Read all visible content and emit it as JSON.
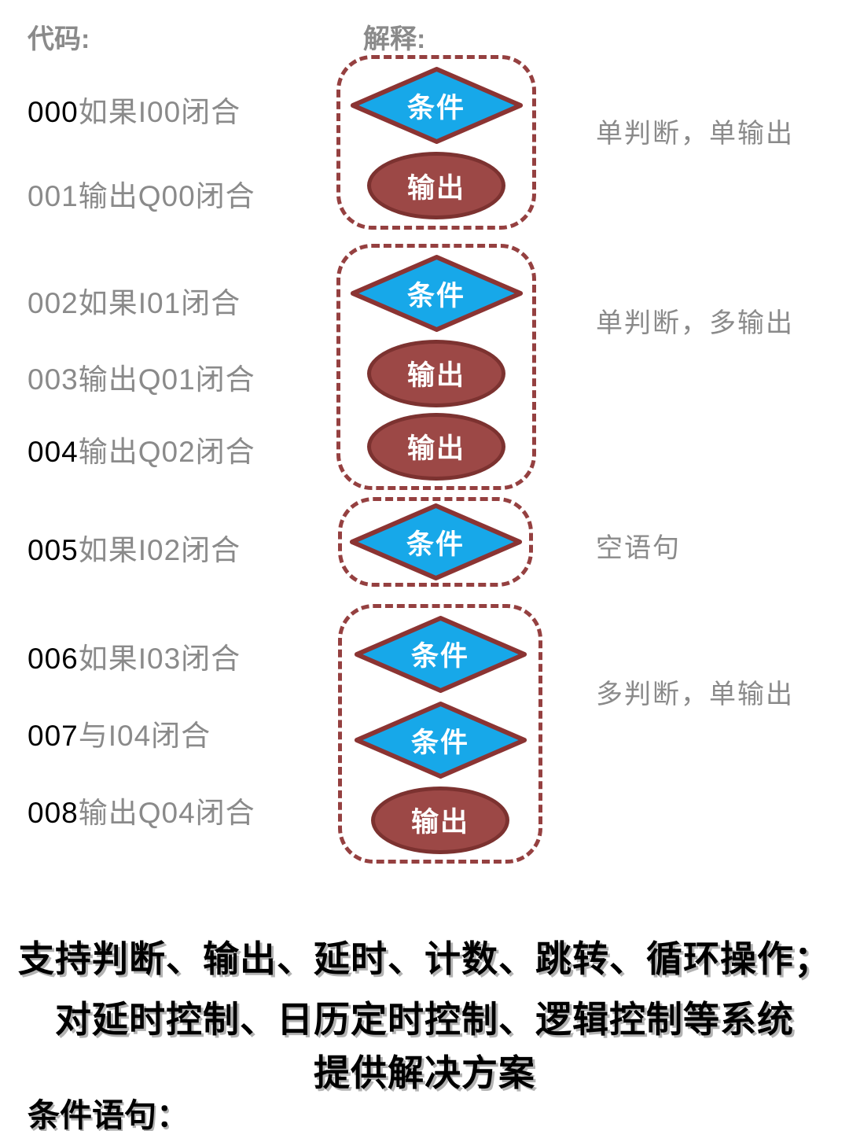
{
  "header": {
    "code_label": "代码:",
    "explain_label": "解释:"
  },
  "code_lines": [
    {
      "num": "000",
      "text": "如果I00闭合",
      "num_color": "black"
    },
    {
      "num": "001",
      "text": "输出Q00闭合",
      "num_color": "gray"
    },
    {
      "num": "002",
      "text": "如果I01闭合",
      "num_color": "gray"
    },
    {
      "num": "003",
      "text": "输出Q01闭合",
      "num_color": "gray"
    },
    {
      "num": "004",
      "text": "输出Q02闭合",
      "num_color": "black"
    },
    {
      "num": "005",
      "text": "如果I02闭合",
      "num_color": "black"
    },
    {
      "num": "006",
      "text": "如果I03闭合",
      "num_color": "black"
    },
    {
      "num": "007",
      "text": "与I04闭合",
      "num_color": "black"
    },
    {
      "num": "008",
      "text": "输出Q04闭合",
      "num_color": "black"
    }
  ],
  "flow_groups": [
    {
      "annotation": "单判断，单输出",
      "shapes": [
        {
          "type": "diamond",
          "label": "条件"
        },
        {
          "type": "ellipse",
          "label": "输出"
        }
      ]
    },
    {
      "annotation": "单判断，多输出",
      "shapes": [
        {
          "type": "diamond",
          "label": "条件"
        },
        {
          "type": "ellipse",
          "label": "输出"
        },
        {
          "type": "ellipse",
          "label": "输出"
        }
      ]
    },
    {
      "annotation": "空语句",
      "shapes": [
        {
          "type": "diamond",
          "label": "条件"
        }
      ]
    },
    {
      "annotation": "多判断，单输出",
      "shapes": [
        {
          "type": "diamond",
          "label": "条件"
        },
        {
          "type": "diamond",
          "label": "条件"
        },
        {
          "type": "ellipse",
          "label": "输出"
        }
      ]
    }
  ],
  "footer": {
    "line1": "支持判断、输出、延时、计数、跳转、循环操作；",
    "line2": "对延时控制、日历定时控制、逻辑控制等系统",
    "line3": "提供解决方案",
    "condition_label": "条件语句："
  },
  "colors": {
    "gray_text": "#8A8A8A",
    "black_text": "#000000",
    "diamond_fill": "#17A8E9",
    "diamond_stroke": "#8B3433",
    "ellipse_fill": "#9C4846",
    "ellipse_stroke": "#7C3230",
    "dashed_border": "#954040",
    "footer_shadow": "#B3B3B3"
  }
}
